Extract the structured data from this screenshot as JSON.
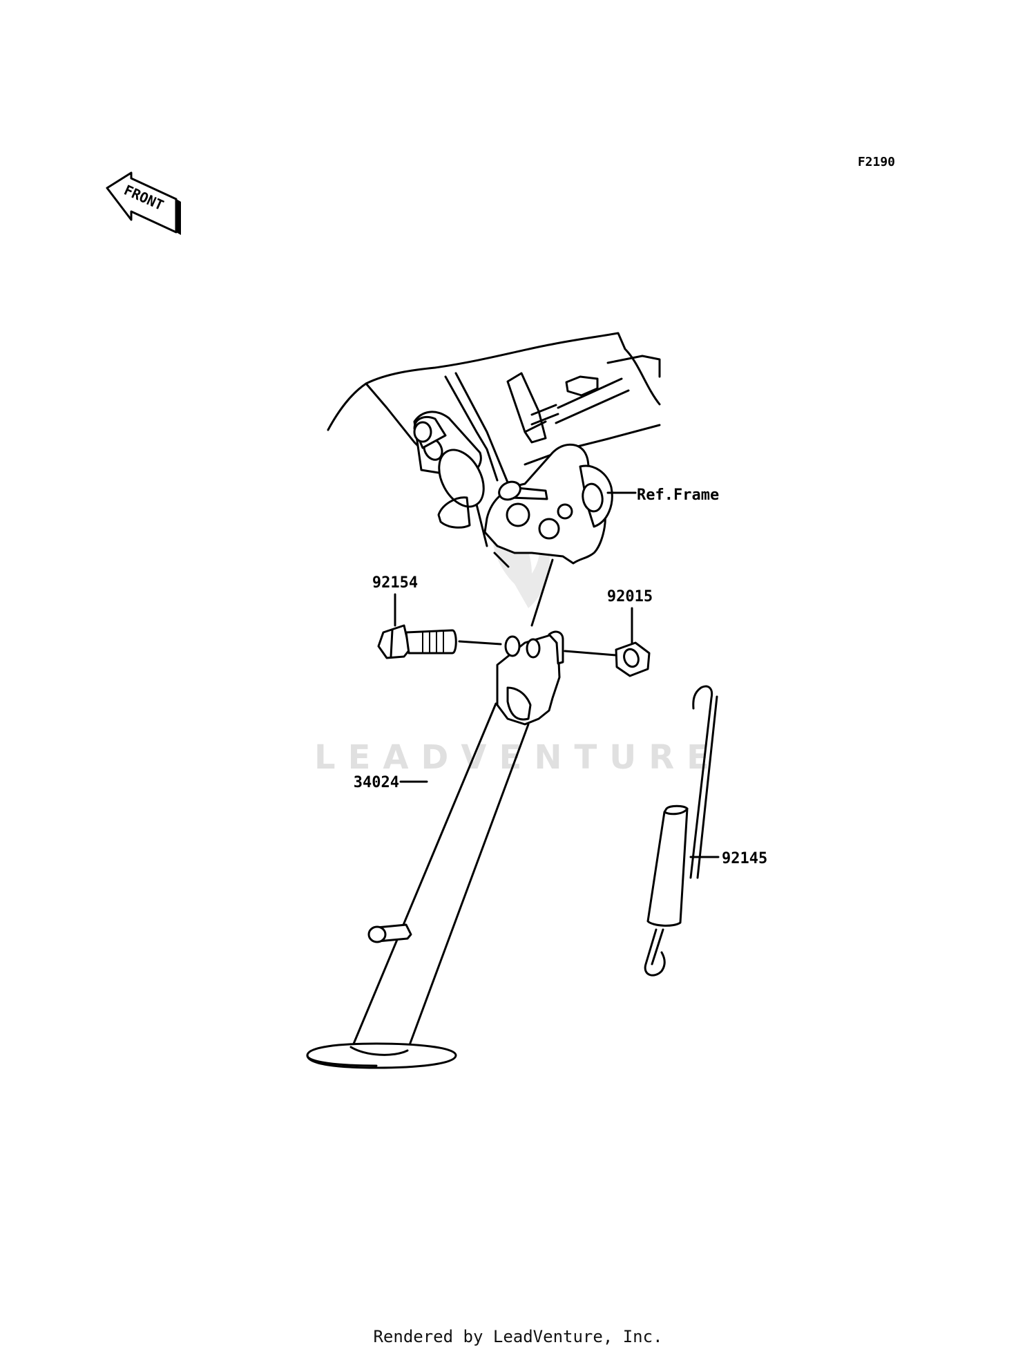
{
  "diagram": {
    "figure_code": "F2190",
    "front_arrow_label": "FRONT",
    "watermark": "LEADVENTURE",
    "callouts": {
      "ref_frame": "Ref.Frame",
      "bolt": "92154",
      "nut": "92015",
      "stand": "34024",
      "spring": "92145"
    }
  },
  "footer": {
    "credit": "Rendered by LeadVenture, Inc."
  }
}
